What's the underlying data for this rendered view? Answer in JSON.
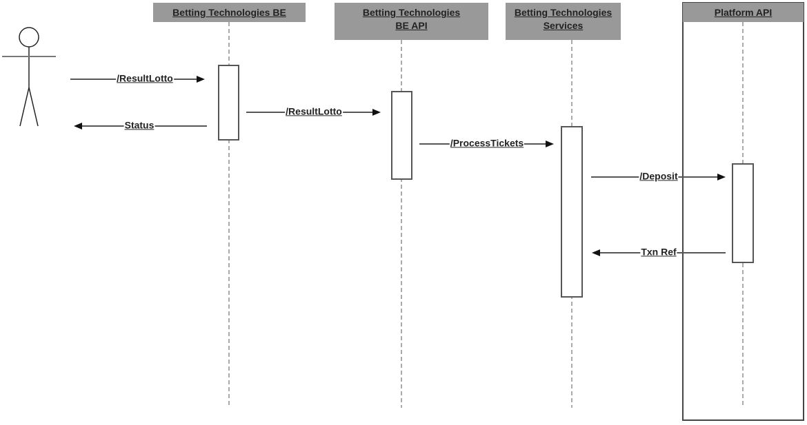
{
  "participants": [
    {
      "id": "be",
      "label": "Betting Technologies BE"
    },
    {
      "id": "beapi",
      "label": "Betting Technologies BE API"
    },
    {
      "id": "svc",
      "label": "Betting Technologies Services"
    },
    {
      "id": "plat",
      "label": "Platform API"
    }
  ],
  "messages": [
    {
      "label": "/ResultLotto",
      "from": "actor",
      "to": "be",
      "direction": "right"
    },
    {
      "label": "Status",
      "from": "be",
      "to": "actor",
      "direction": "left"
    },
    {
      "label": "/ResultLotto",
      "from": "be",
      "to": "beapi",
      "direction": "right"
    },
    {
      "label": "/ProcessTickets",
      "from": "beapi",
      "to": "svc",
      "direction": "right"
    },
    {
      "label": "/Deposit",
      "from": "svc",
      "to": "plat",
      "direction": "right"
    },
    {
      "label": "Txn Ref",
      "from": "plat",
      "to": "svc",
      "direction": "left"
    }
  ],
  "colors": {
    "header": "#999999",
    "line": "#555555"
  }
}
